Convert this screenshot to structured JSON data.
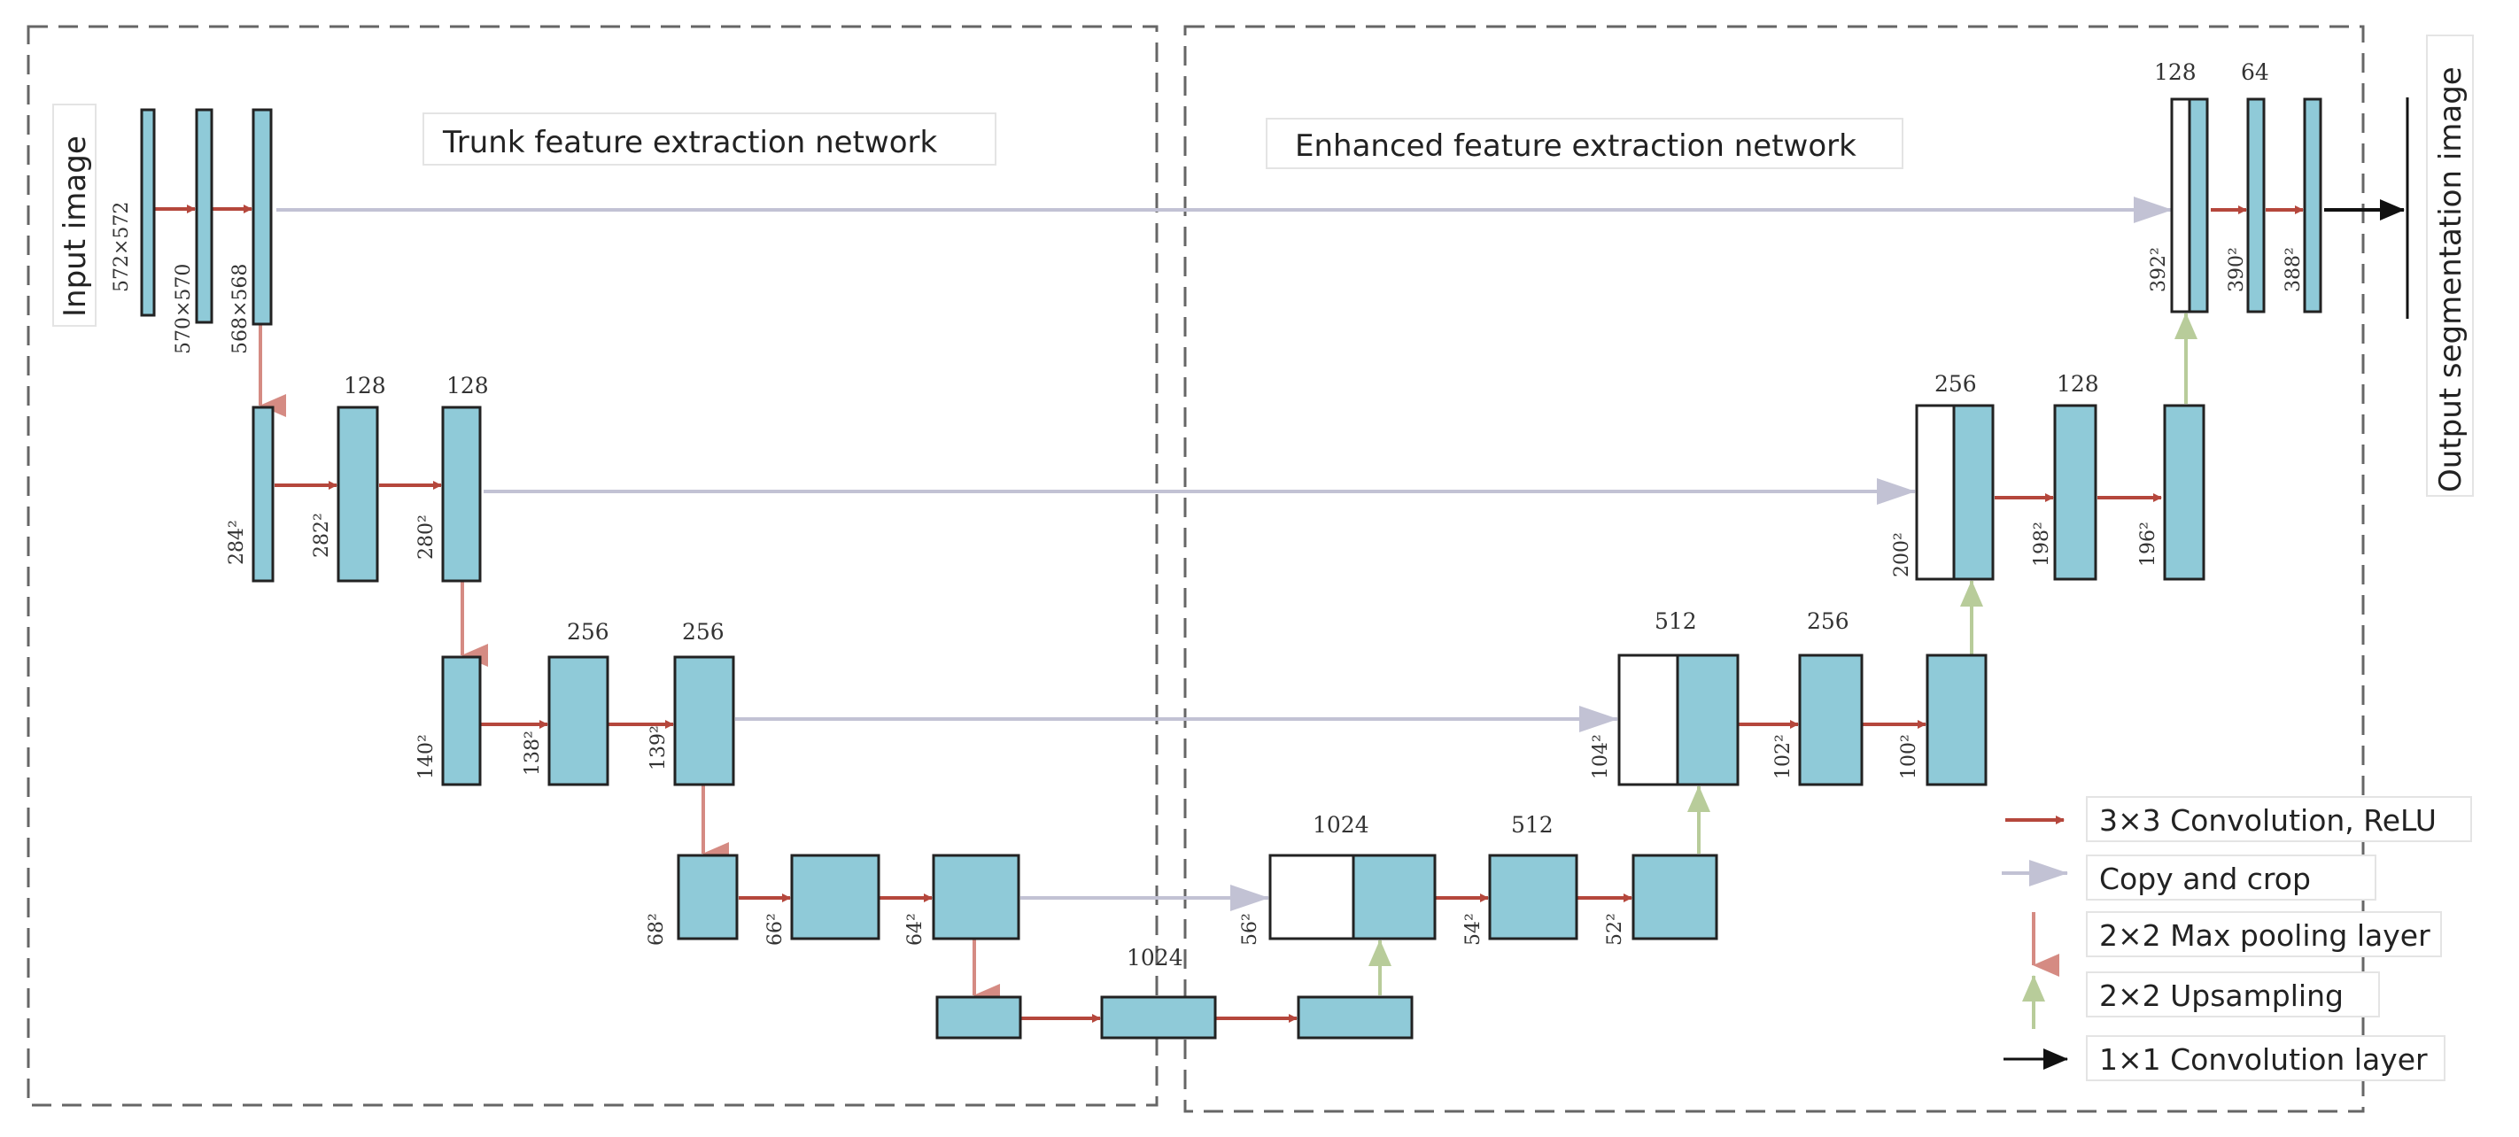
{
  "titles": {
    "trunk": "Trunk feature extraction network",
    "enhanced": "Enhanced feature extraction network"
  },
  "side_labels": {
    "input": "Input image",
    "output": "Output segmentation image"
  },
  "dims": {
    "d572": "572×572",
    "d570": "570×570",
    "d568": "568×568",
    "d284": "284²",
    "d282": "282²",
    "d280": "280²",
    "d140": "140²",
    "d138": "138²",
    "d139": "139²",
    "d68": "68²",
    "d66": "66²",
    "d64": "64²",
    "d56": "56²",
    "d54": "54²",
    "d52": "52²",
    "d104": "104²",
    "d102": "102²",
    "d100": "100²",
    "d200": "200²",
    "d198": "198²",
    "d196": "196²",
    "d392": "392²",
    "d390": "390²",
    "d388": "388²"
  },
  "channels": {
    "c128a": "128",
    "c128b": "128",
    "c256a": "256",
    "c256b": "256",
    "c1024a": "1024",
    "c1024b": "1024",
    "c512a": "512",
    "c512b": "512",
    "c256c": "256",
    "c256d": "256",
    "c128c": "128",
    "c128d": "128",
    "c64": "64"
  },
  "legend": [
    {
      "label": "3×3 Convolution, ReLU",
      "color": "#b5473c"
    },
    {
      "label": "Copy and crop",
      "color": "#c2c2d4"
    },
    {
      "label": "2×2 Max pooling layer",
      "color": "#d58b83"
    },
    {
      "label": "2×2 Upsampling",
      "color": "#b8cc9a"
    },
    {
      "label": "1×1 Convolution layer",
      "color": "#111111"
    }
  ],
  "colors": {
    "feature_map": "#8fcad8",
    "conv_arrow": "#b5473c",
    "copy_arrow": "#c2c2d4",
    "pool_arrow": "#d58b83",
    "up_arrow": "#b8cc9a",
    "final_arrow": "#111111"
  }
}
